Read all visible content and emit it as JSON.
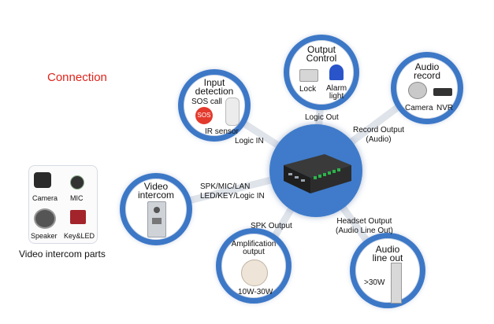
{
  "title": "Connection",
  "hub": {
    "icon": "intercom-controller-icon"
  },
  "nodes": {
    "input_detection": {
      "title": [
        "Input",
        "detection"
      ],
      "sos_call": "SOS call",
      "sos_badge": "SOS",
      "ir_sensor": "IR sensor"
    },
    "output_control": {
      "title": [
        "Output",
        "Control"
      ],
      "lock": "Lock",
      "alarm_light": [
        "Alarm",
        "light"
      ]
    },
    "audio_record": {
      "title": [
        "Audio",
        "record"
      ],
      "camera": "Camera",
      "nvr": "NVR"
    },
    "video_intercom": {
      "title": [
        "Video",
        "intercom"
      ]
    },
    "amplification_output": {
      "title": [
        "Amplification",
        "output"
      ],
      "range": "10W-30W"
    },
    "audio_line_out": {
      "title": [
        "Audio",
        "line out"
      ],
      "power": ">30W"
    }
  },
  "links": {
    "logic_in": "Logic IN",
    "logic_out": "Logic Out",
    "record_output": [
      "Record Output",
      "(Audio)"
    ],
    "spk_mic_lan": [
      "SPK/MIC/LAN",
      "LED/KEY/Logic IN"
    ],
    "spk_output": "SPK Output",
    "headset_output": [
      "Headset Output",
      "(Audio Line Out)"
    ]
  },
  "parts": {
    "caption": "Video intercom parts",
    "camera": "Camera",
    "mic": "MIC",
    "speaker": "Speaker",
    "key_led": "Key&LED"
  },
  "colors": {
    "ring": "#3d78c7",
    "title": "#e0231a",
    "connector": "#d9dde4"
  }
}
